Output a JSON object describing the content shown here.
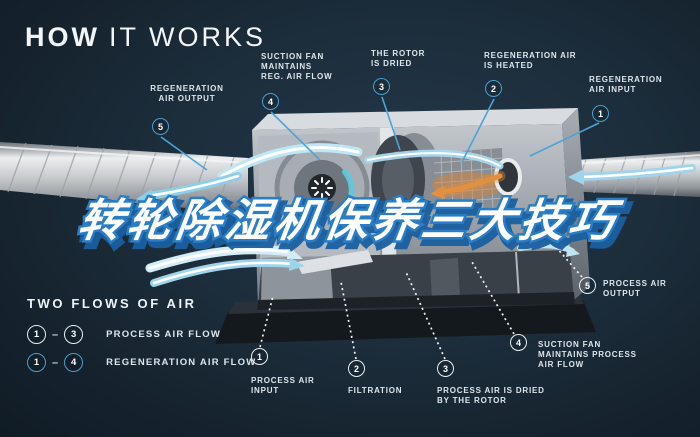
{
  "title": {
    "word_bold": "HOW",
    "word_light": "IT WORKS"
  },
  "overlay_banner": {
    "text": "转轮除湿机保养三大技巧"
  },
  "callouts": {
    "top": [
      {
        "num": "5",
        "label": [
          "REGENERATION",
          "AIR OUTPUT"
        ],
        "flow": "regeneration"
      },
      {
        "num": "4",
        "label": [
          "SUCTION FAN",
          "MAINTAINS",
          "REG. AIR FLOW"
        ],
        "flow": "regeneration"
      },
      {
        "num": "3",
        "label": [
          "THE ROTOR",
          "IS DRIED"
        ],
        "flow": "regeneration"
      },
      {
        "num": "2",
        "label": [
          "REGENERATION AIR",
          "IS HEATED"
        ],
        "flow": "regeneration"
      },
      {
        "num": "1",
        "label": [
          "REGENERATION",
          "AIR INPUT"
        ],
        "flow": "regeneration"
      }
    ],
    "bottom": [
      {
        "num": "1",
        "label": [
          "PROCESS AIR",
          "INPUT"
        ],
        "flow": "process"
      },
      {
        "num": "2",
        "label": [
          "FILTRATION"
        ],
        "flow": "process"
      },
      {
        "num": "3",
        "label": [
          "PROCESS AIR IS DRIED",
          "BY THE ROTOR"
        ],
        "flow": "process"
      },
      {
        "num": "4",
        "label": [
          "SUCTION FAN",
          "MAINTAINS PROCESS",
          "AIR FLOW"
        ],
        "flow": "process"
      },
      {
        "num": "5",
        "label": [
          "PROCESS AIR",
          "OUTPUT"
        ],
        "flow": "process"
      }
    ]
  },
  "legend": {
    "title": "TWO FLOWS OF AIR",
    "rows": [
      {
        "start": "1",
        "dash": "–",
        "end": "3",
        "label": "PROCESS AIR FLOW",
        "flow": "process"
      },
      {
        "start": "1",
        "dash": "–",
        "end": "4",
        "label": "REGENERATION AIR FLOW",
        "flow": "regeneration"
      }
    ]
  },
  "colors": {
    "background": "#1b2a37",
    "regeneration_accent": "#4a9ecf",
    "process_accent": "#e9eef2",
    "banner_fill": "#ffffff",
    "banner_outline": "#2b7ec6",
    "banner_shadow": "#1b5fa0",
    "flow_blue": "#9fd4ec",
    "heater_orange": "#e09040"
  }
}
